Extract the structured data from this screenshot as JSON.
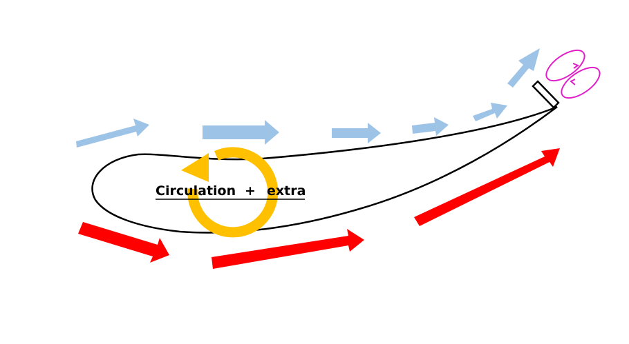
{
  "label": {
    "word1": "Circulation",
    "plus": "+",
    "word2": "extra"
  },
  "colors": {
    "upper_flow": "#9dc3e6",
    "lower_flow": "#ff0000",
    "circulation": "#ffc000",
    "vortex": "#e020c8",
    "outline": "#000000",
    "background": "#ffffff"
  },
  "elements": {
    "airfoil": "airfoil-outline",
    "trailing_edge_flap": "flap",
    "upper_arrows": "light-blue arrows",
    "lower_arrows": "red arrows",
    "circulation_arrow": "orange circular arrow",
    "tip_vortex": "magenta loops"
  }
}
